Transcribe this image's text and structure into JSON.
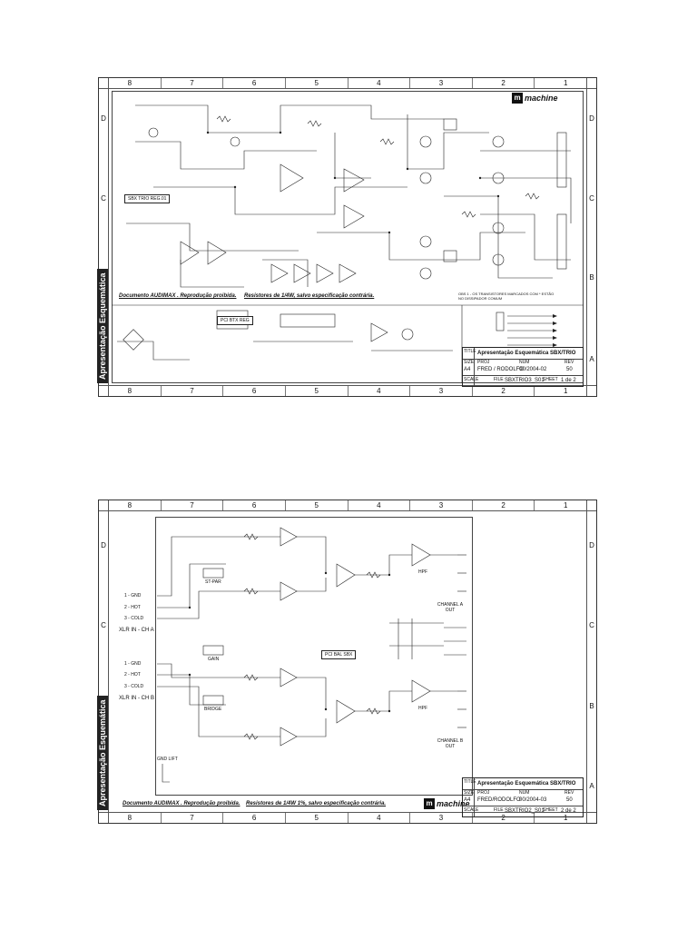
{
  "zone_columns": [
    "8",
    "7",
    "6",
    "5",
    "4",
    "3",
    "2",
    "1"
  ],
  "zone_rows_sheet1": [
    "D",
    "C",
    "B",
    "A"
  ],
  "zone_rows_sheet2": [
    "D",
    "C",
    "B",
    "A"
  ],
  "vertical_title": "Apresentação Esquemática",
  "brand": {
    "mark": "m",
    "name": "machine"
  },
  "sheet1": {
    "notice_left": "Documento AUDIMAX . Reprodução proibida.",
    "notice_right": "Resistores de 1/4W, salvo especificação contrária.",
    "block_label_main": "SBX TRIO REG.01",
    "block_label_pci": "PCI BTX REG",
    "transistor_note": "OBS 1 - OS TRANSISTORES MARCADOS COM * ESTÃO NO DISSIPADOR COMUM",
    "title_block": {
      "title_key": "TITLE",
      "title": "Apresentação Esquemática SBX/TRIO",
      "size_key": "SIZE",
      "size": "A4",
      "proj_key": "PROJ",
      "proj": "FRED / RODOLFO",
      "num_key": "NUM",
      "num": "00/2004-02",
      "rev_key": "REV",
      "rev": "50",
      "scale_key": "SCALE",
      "file_key": "FILE",
      "file": "SBXTRIO3_S01",
      "sheet_key": "SHEET",
      "sheet": "1 de 2"
    }
  },
  "sheet2": {
    "notice_left": "Documento AUDIMAX . Reprodução proibida.",
    "notice_right": "Resistores de 1/4W 1%, salvo especificação contrária.",
    "pci_label": "PCI BAL SBX",
    "inputs_a": [
      "1 - GND",
      "2 - HOT",
      "3 - COLD"
    ],
    "xlr_a": "XLR IN - CH A",
    "inputs_b": [
      "1 - GND",
      "2 - HOT",
      "3 - COLD"
    ],
    "xlr_b": "XLR IN - CH B",
    "switches": [
      "ST-PAR",
      "GAIN",
      "BRIDGE"
    ],
    "channel_a": "CHANNEL A OUT",
    "channel_b": "CHANNEL B OUT",
    "hpf": "HPF",
    "gnd_lift": "GND LIFT",
    "title_block": {
      "title_key": "TITLE",
      "title": "Apresentação Esquemática SBX/TRIO",
      "size_key": "SIZE",
      "size": "A4",
      "proj_key": "PROJ",
      "proj": "FRED/RODOLFO",
      "num_key": "NUM",
      "num": "00/2004-03",
      "rev_key": "REV",
      "rev": "50",
      "scale_key": "SCALE",
      "file_key": "FILE",
      "file": "SBXTRIO2_S01",
      "sheet_key": "SHEET",
      "sheet": "2 de 2"
    }
  }
}
